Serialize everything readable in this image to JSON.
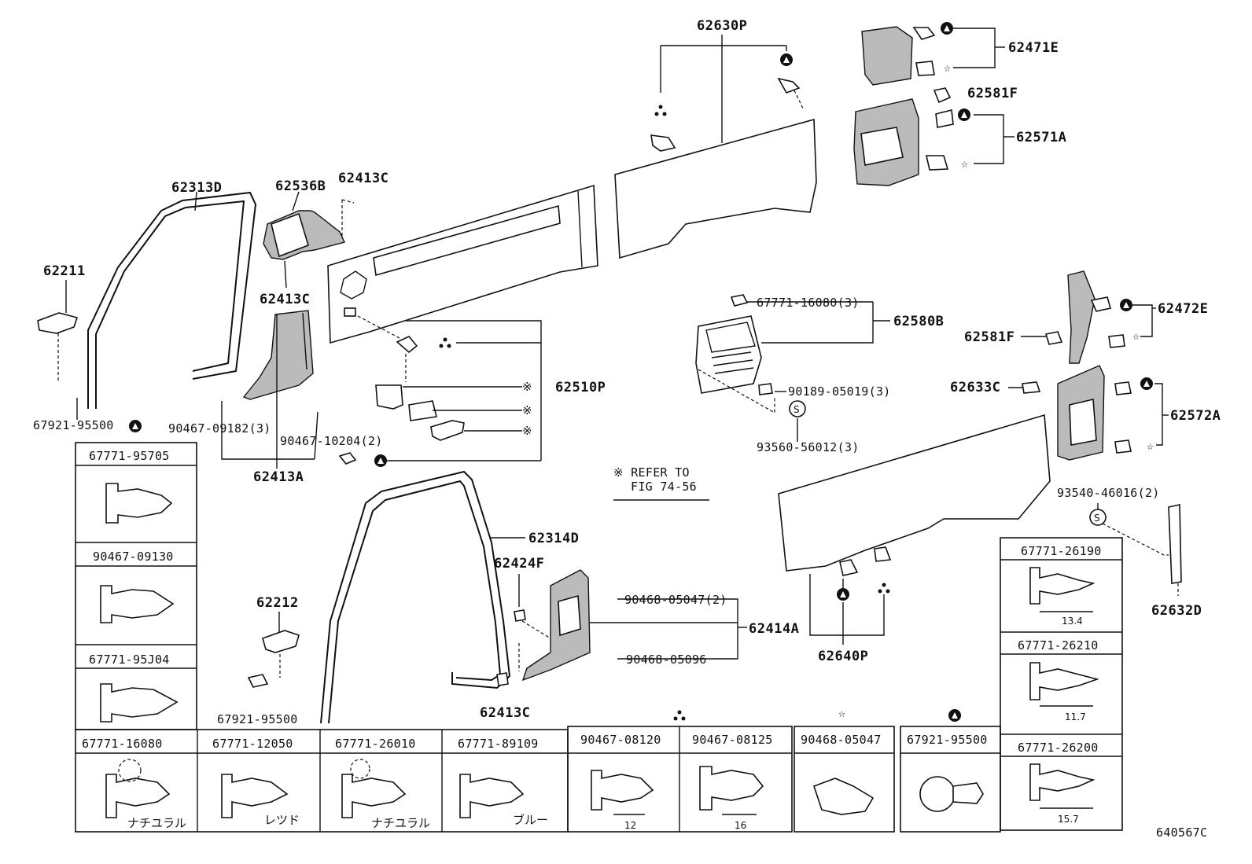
{
  "diagram_id": "640567C",
  "callouts": {
    "c62630P": "62630P",
    "c62471E": "62471E",
    "c62581F_a": "62581F",
    "c62571A": "62571A",
    "c62313D": "62313D",
    "c62536B": "62536B",
    "c62413C_a": "62413C",
    "c62211": "62211",
    "c62413C_b": "62413C",
    "c67771_16080_3": "67771-16080(3)",
    "c62580B": "62580B",
    "c62472E": "62472E",
    "c62581F_b": "62581F",
    "c62510P": "62510P",
    "c90189_05019_3": "90189-05019(3)",
    "c62633C": "62633C",
    "c62572A": "62572A",
    "c67921_95500_top": "67921-95500",
    "c90467_09182_3": "90467-09182(3)",
    "c90467_10204_2": "90467-10204(2)",
    "c93560_56012_3": "93560-56012(3)",
    "c62413A": "62413A",
    "refer_line1": "※ REFER TO",
    "refer_line2": "FIG 74-56",
    "c93540_46016_2": "93540-46016(2)",
    "c62314D": "62314D",
    "c62424F": "62424F",
    "c62212": "62212",
    "c90468_05047_2": "90468-05047(2)",
    "c62414A": "62414A",
    "c62632D": "62632D",
    "c90468_05096": "90468-05096",
    "c62640P": "62640P",
    "c67921_95500_mid": "67921-95500",
    "c62413C_c": "62413C"
  },
  "legend_left": [
    {
      "part": "67771-95705"
    },
    {
      "part": "90467-09130"
    },
    {
      "part": "67771-95J04"
    }
  ],
  "legend_right": [
    {
      "part": "67771-26190",
      "dim": "13.4"
    },
    {
      "part": "67771-26210",
      "dim": "11.7"
    },
    {
      "part": "67771-26200",
      "dim": "15.7"
    }
  ],
  "legend_bottom": [
    {
      "part": "67771-16080",
      "note": "ナチユラル"
    },
    {
      "part": "67771-12050",
      "note": "レツド"
    },
    {
      "part": "67771-26010",
      "note": "ナチユラル"
    },
    {
      "part": "67771-89109",
      "note": "ブルー"
    },
    {
      "part": "90467-08120",
      "dim": "12"
    },
    {
      "part": "90467-08125",
      "dim": "16"
    },
    {
      "part": "90468-05047"
    },
    {
      "part": "67921-95500"
    }
  ],
  "symbols": {
    "triangle_dots": "∴",
    "star": "☆",
    "ref_mark": "※",
    "s_mark": "S"
  }
}
